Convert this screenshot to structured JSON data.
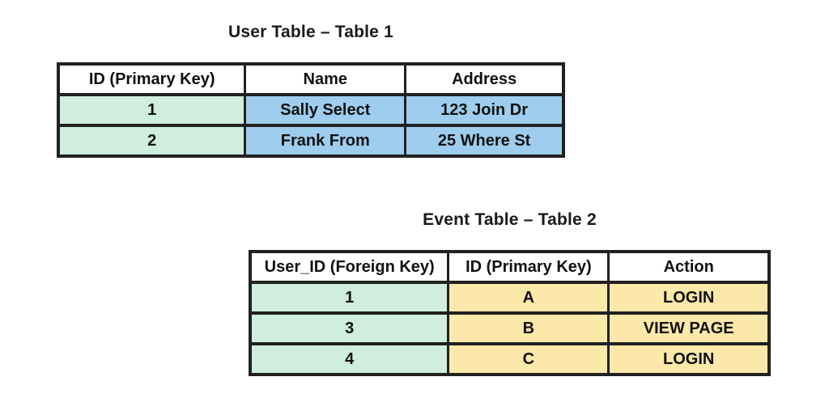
{
  "colors": {
    "green": "#cfeedd",
    "blue": "#9ecdee",
    "yellow": "#fce8a8",
    "header": "#ffffff",
    "border": "#212121",
    "text": "#111111"
  },
  "tables": [
    {
      "id": "user-table",
      "title": "User Table – Table 1",
      "headers": [
        "ID (Primary Key)",
        "Name",
        "Address"
      ],
      "column_colors": [
        "green",
        "blue",
        "blue"
      ],
      "column_widths_pct": [
        37,
        31.7,
        31.3
      ],
      "rows": [
        [
          "1",
          "Sally Select",
          "123 Join Dr"
        ],
        [
          "2",
          "Frank From",
          "25 Where St"
        ]
      ]
    },
    {
      "id": "event-table",
      "title": "Event Table – Table 2",
      "headers": [
        "User_ID (Foreign Key)",
        "ID (Primary Key)",
        "Action"
      ],
      "column_colors": [
        "green",
        "yellow",
        "yellow"
      ],
      "column_widths_pct": [
        38.2,
        30.9,
        30.9
      ],
      "rows": [
        [
          "1",
          "A",
          "LOGIN"
        ],
        [
          "3",
          "B",
          "VIEW PAGE"
        ],
        [
          "4",
          "C",
          "LOGIN"
        ]
      ]
    }
  ]
}
